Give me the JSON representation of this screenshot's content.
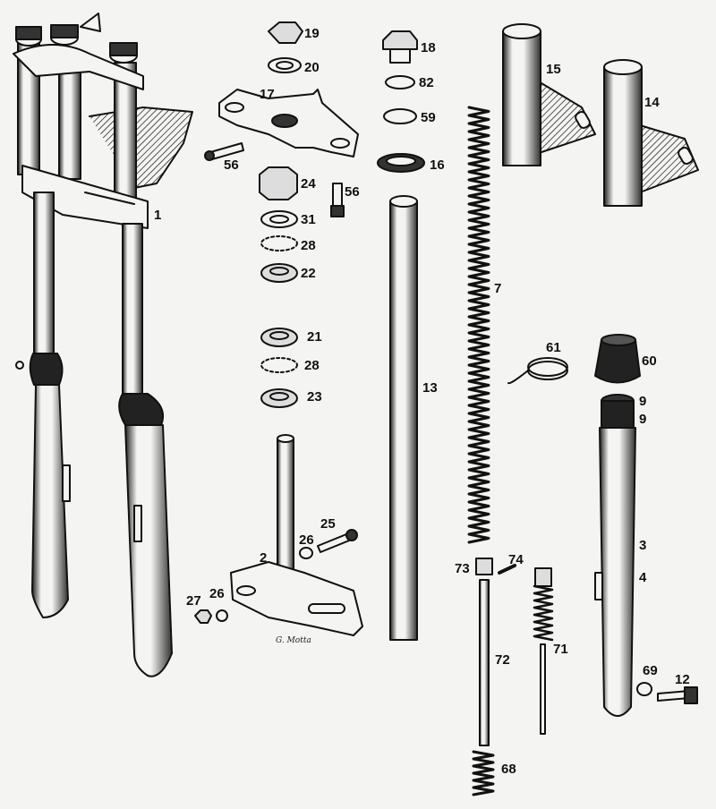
{
  "diagram": {
    "style": "exploded-parts-drawing",
    "ink_color": "#111111",
    "paper_color": "#f4f4f2",
    "signature": "G. Motta",
    "callouts": [
      {
        "id": "1",
        "part": "fork-assembly"
      },
      {
        "id": "19",
        "part": "top-nut"
      },
      {
        "id": "20",
        "part": "washer"
      },
      {
        "id": "17",
        "part": "upper-yoke"
      },
      {
        "id": "56",
        "part": "clamp-bolt"
      },
      {
        "id": "24",
        "part": "adjuster-nut"
      },
      {
        "id": "31",
        "part": "bearing-cup"
      },
      {
        "id": "28",
        "part": "ball-bearings"
      },
      {
        "id": "22",
        "part": "bearing-cone"
      },
      {
        "id": "21",
        "part": "bearing-cone-lower"
      },
      {
        "id": "23",
        "part": "bearing-cup-lower"
      },
      {
        "id": "18",
        "part": "fork-cap"
      },
      {
        "id": "82",
        "part": "washer"
      },
      {
        "id": "59",
        "part": "o-ring"
      },
      {
        "id": "16",
        "part": "seal"
      },
      {
        "id": "13",
        "part": "fork-tube"
      },
      {
        "id": "7",
        "part": "fork-spring"
      },
      {
        "id": "15",
        "part": "headlamp-bracket-left"
      },
      {
        "id": "14",
        "part": "headlamp-bracket-right"
      },
      {
        "id": "61",
        "part": "circlip"
      },
      {
        "id": "60",
        "part": "rubber-gaiter"
      },
      {
        "id": "9",
        "part": "oil-seal"
      },
      {
        "id": "3",
        "part": "slider"
      },
      {
        "id": "4",
        "part": "slider-bushing"
      },
      {
        "id": "2",
        "part": "lower-yoke-stem"
      },
      {
        "id": "25",
        "part": "pinch-bolt"
      },
      {
        "id": "26",
        "part": "washer"
      },
      {
        "id": "27",
        "part": "nut"
      },
      {
        "id": "73",
        "part": "damper-nut"
      },
      {
        "id": "74",
        "part": "pin"
      },
      {
        "id": "72",
        "part": "damper-rod"
      },
      {
        "id": "71",
        "part": "damper-valve"
      },
      {
        "id": "68",
        "part": "rebound-spring"
      },
      {
        "id": "69",
        "part": "washer"
      },
      {
        "id": "12",
        "part": "drain-screw"
      }
    ]
  }
}
